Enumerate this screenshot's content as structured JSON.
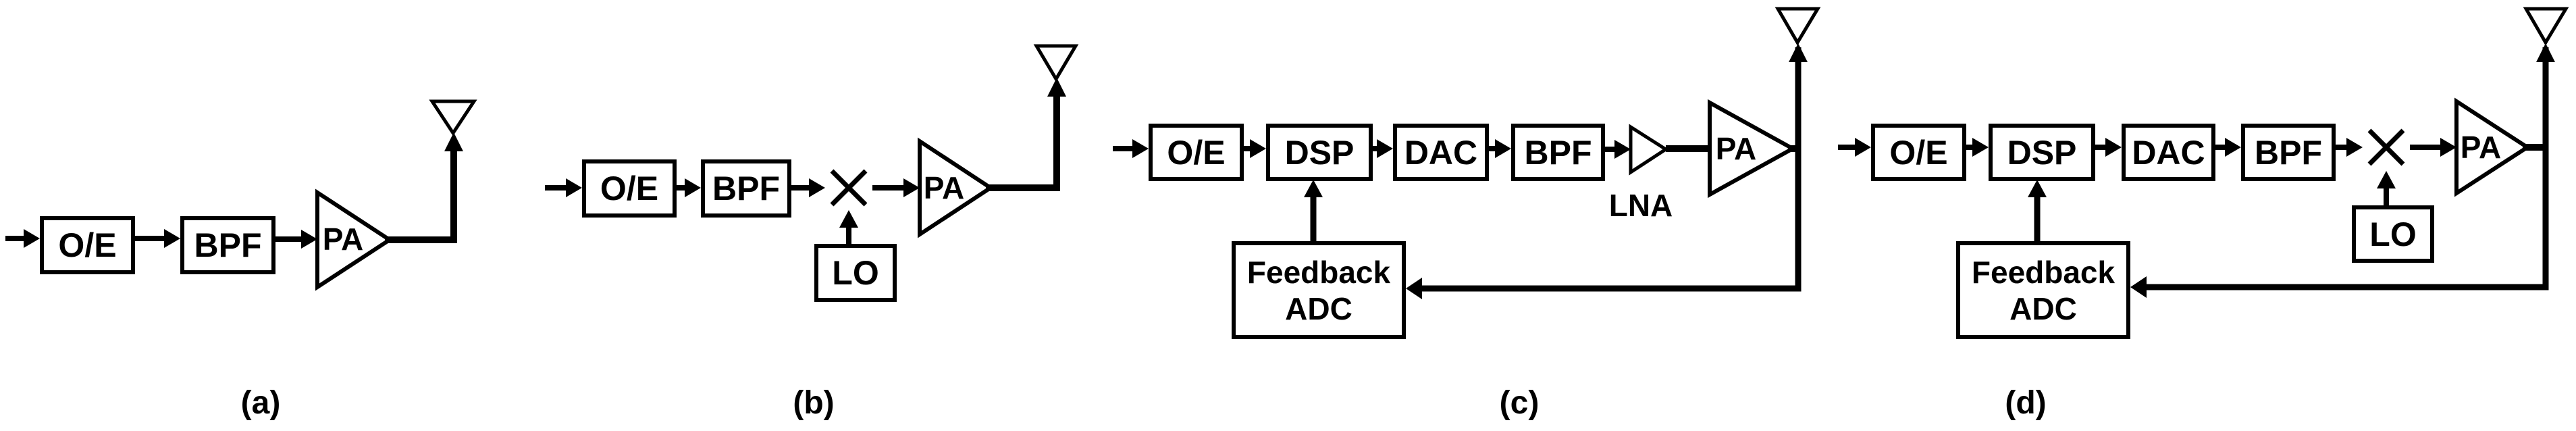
{
  "figure": {
    "background_color": "#ffffff",
    "line_color": "#000000",
    "icons": {
      "mixer": "circle-with-x-mixer",
      "antenna": "inverted-triangle-antenna",
      "amplifier": "right-pointing-triangle-amplifier"
    },
    "diagrams": [
      {
        "label": "(a)",
        "blocks": {
          "oe": "O/E",
          "bpf": "BPF",
          "pa": "PA"
        }
      },
      {
        "label": "(b)",
        "blocks": {
          "oe": "O/E",
          "bpf": "BPF",
          "lo": "LO",
          "pa": "PA"
        }
      },
      {
        "label": "(c)",
        "blocks": {
          "oe": "O/E",
          "dsp": "DSP",
          "dac": "DAC",
          "bpf": "BPF",
          "lna": "LNA",
          "pa": "PA",
          "feedback_adc": [
            "Feedback",
            "ADC"
          ]
        }
      },
      {
        "label": "(d)",
        "blocks": {
          "oe": "O/E",
          "dsp": "DSP",
          "dac": "DAC",
          "bpf": "BPF",
          "lo": "LO",
          "pa": "PA",
          "feedback_adc": [
            "Feedback",
            "ADC"
          ]
        }
      }
    ]
  }
}
